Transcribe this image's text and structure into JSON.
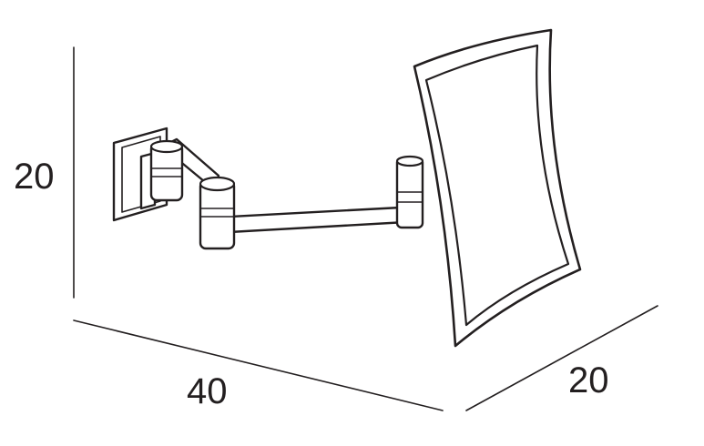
{
  "dimensions": {
    "height": "20",
    "width": "40",
    "depth": "20"
  }
}
